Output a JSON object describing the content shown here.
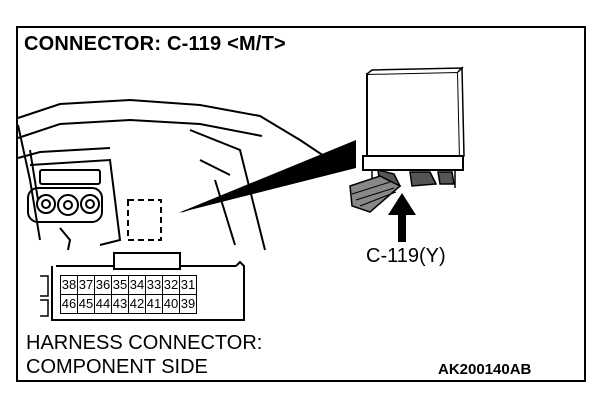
{
  "title": "CONNECTOR: C-119 <M/T>",
  "connector_label": "C-119(Y)",
  "caption_line1": "HARNESS CONNECTOR:",
  "caption_line2": "COMPONENT SIDE",
  "figure_id": "AK200140AB",
  "pin_rows": [
    [
      "38",
      "37",
      "36",
      "35",
      "34",
      "33",
      "32",
      "31"
    ],
    [
      "46",
      "45",
      "44",
      "43",
      "42",
      "41",
      "40",
      "39"
    ]
  ]
}
